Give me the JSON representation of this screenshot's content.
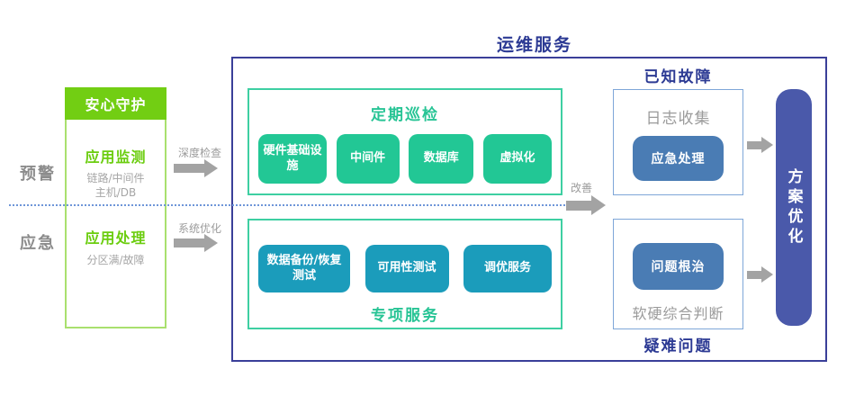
{
  "colors": {
    "bright_green": "#72ce13",
    "light_green_border": "#a9e06e",
    "emerald_chip": "#22c795",
    "teal_border": "#3ecfa2",
    "teal_text": "#27c495",
    "cyan_chip": "#1b9cbb",
    "steel_blue_chip": "#4a7cb4",
    "indigo_title": "#2c3a94",
    "indigo_border": "#3a3f99",
    "indigo_pill": "#4a59aa",
    "light_blue_border": "#7ea6d8",
    "gray_text": "#9b9b9b",
    "arrow_gray": "#a3a3a3",
    "dotted_line_blue": "#6e96d8"
  },
  "diagram": {
    "title": "运维服务",
    "left_labels": {
      "alert": "预警",
      "emergency": "应急"
    },
    "guard_panel": {
      "header": "安心守护",
      "monitor_title": "应用监测",
      "monitor_desc1": "链路/中间件",
      "monitor_desc2": "主机/DB",
      "handle_title": "应用处理",
      "handle_desc": "分区满/故障"
    },
    "arrow_labels": {
      "deep_check": "深度检查",
      "system_optimize": "系统优化",
      "improve": "改善"
    },
    "periodic_inspection": {
      "title": "定期巡检",
      "items": [
        "硬件基础设施",
        "中间件",
        "数据库",
        "虚拟化"
      ]
    },
    "special_services": {
      "title": "专项服务",
      "items": [
        "数据备份/恢复测试",
        "可用性测试",
        "调优服务"
      ]
    },
    "known_faults": {
      "title": "已知故障",
      "label": "日志收集",
      "chip": "应急处理"
    },
    "difficult_problems": {
      "title": "疑难问题",
      "chip": "问题根治",
      "label": "软硬综合判断"
    },
    "solution_pill": "方案优化"
  }
}
